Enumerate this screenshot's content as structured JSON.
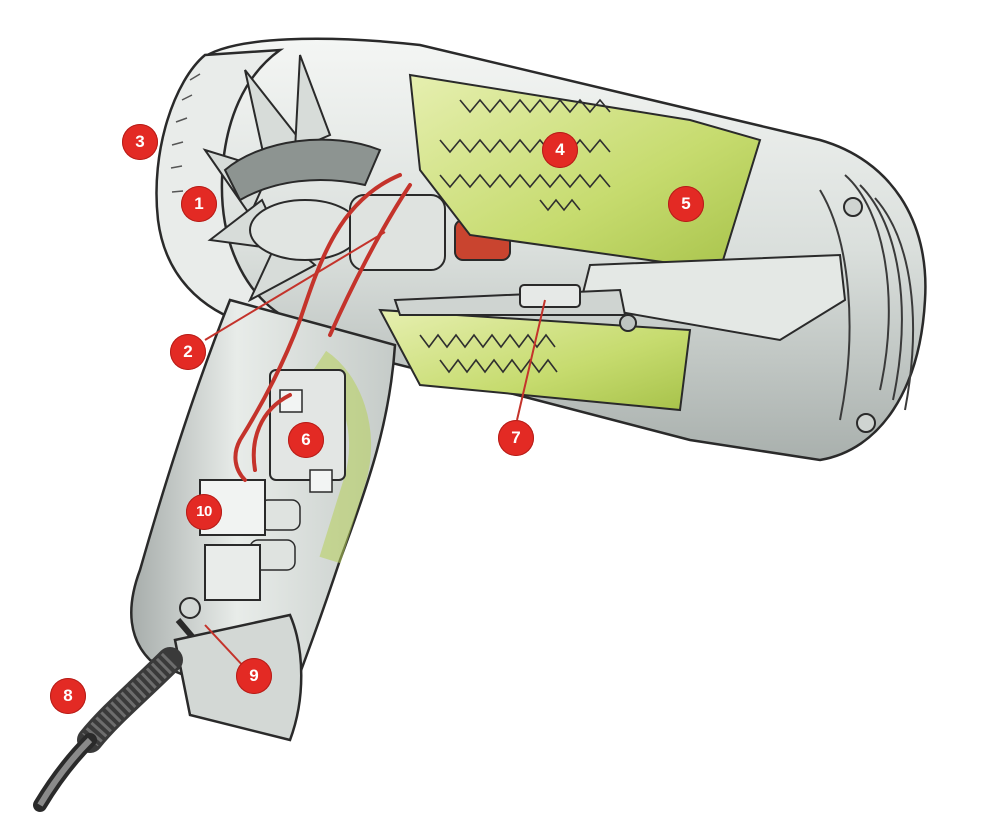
{
  "labels": [
    "1",
    "2",
    "3",
    "4",
    "5",
    "6",
    "7",
    "8",
    "9",
    "10"
  ],
  "colors": {
    "badge": "#e32a24",
    "body_shell": "#dfe3e0",
    "element_panel": "#c9d68a",
    "heater_green": "#b7cf5a",
    "wire_red": "#c4332b",
    "outline": "#2a2a2a"
  }
}
